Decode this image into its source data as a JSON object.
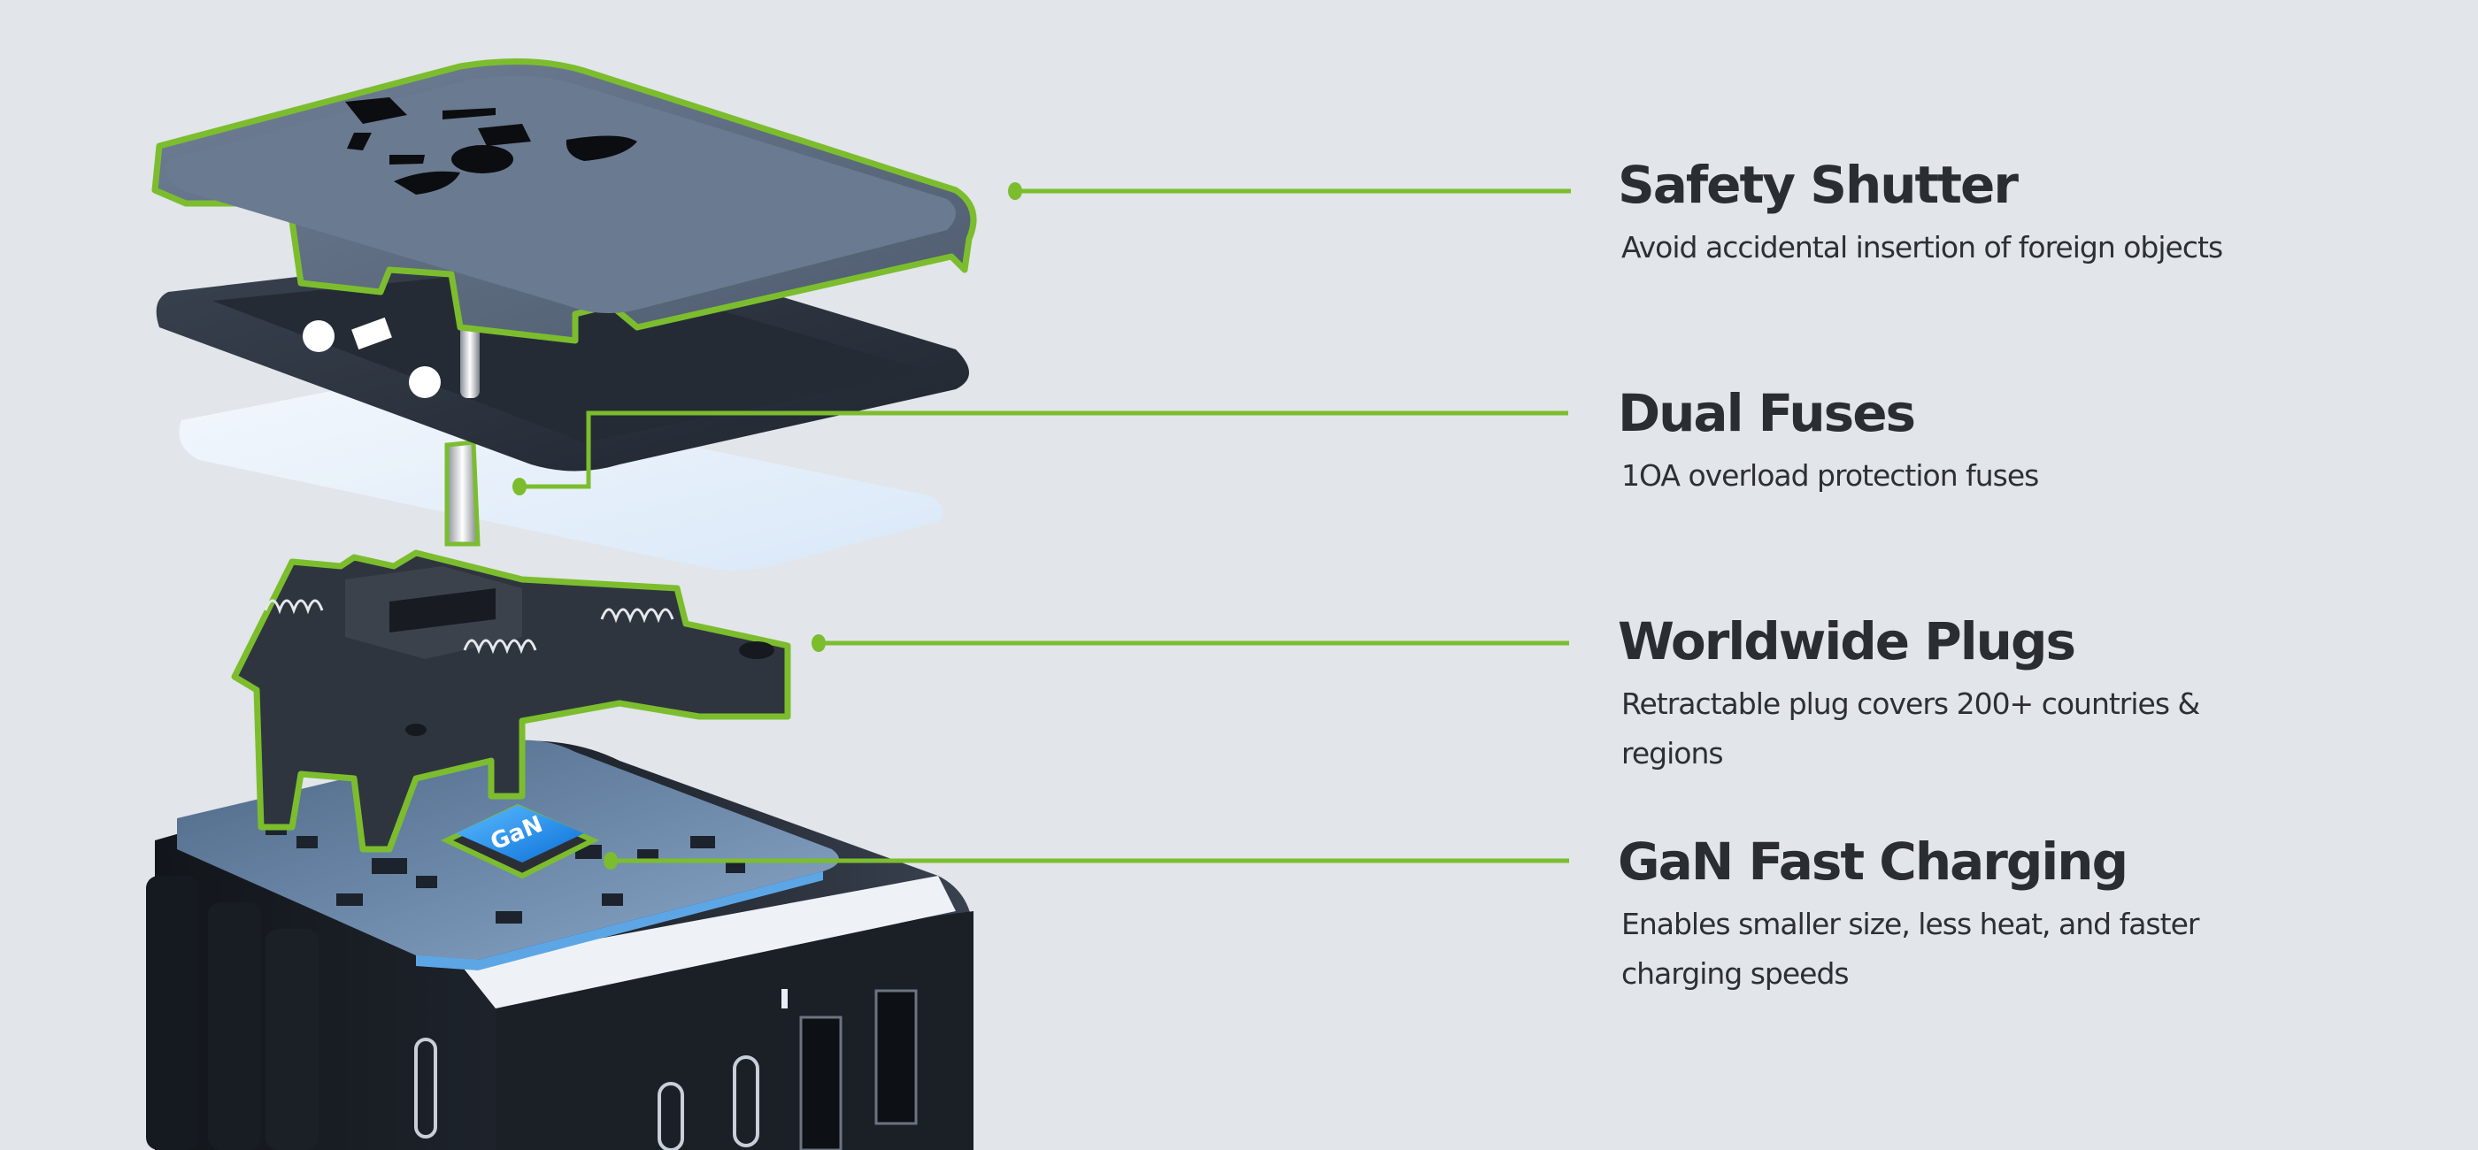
{
  "colors": {
    "background": "#e2e5e9",
    "accent": "#7cbd2e",
    "text": "#2a2d31",
    "device_body": "#1d2127",
    "device_cover": "#5f6e83",
    "pcb": "#6f8fb2",
    "gan_chip": "#1e8ff0"
  },
  "product": {
    "name": "GaN universal travel adapter (exploded view)",
    "chip_label": "GaN"
  },
  "features": [
    {
      "title": "Safety Shutter",
      "description": "Avoid accidental insertion of foreign objects"
    },
    {
      "title": "Dual Fuses",
      "description": "1OA overload protection fuses"
    },
    {
      "title": "Worldwide Plugs",
      "description": "Retractable plug covers 200+ countries & regions"
    },
    {
      "title": "GaN Fast Charging",
      "description": "Enables smaller size, less heat, and faster charging speeds"
    }
  ]
}
